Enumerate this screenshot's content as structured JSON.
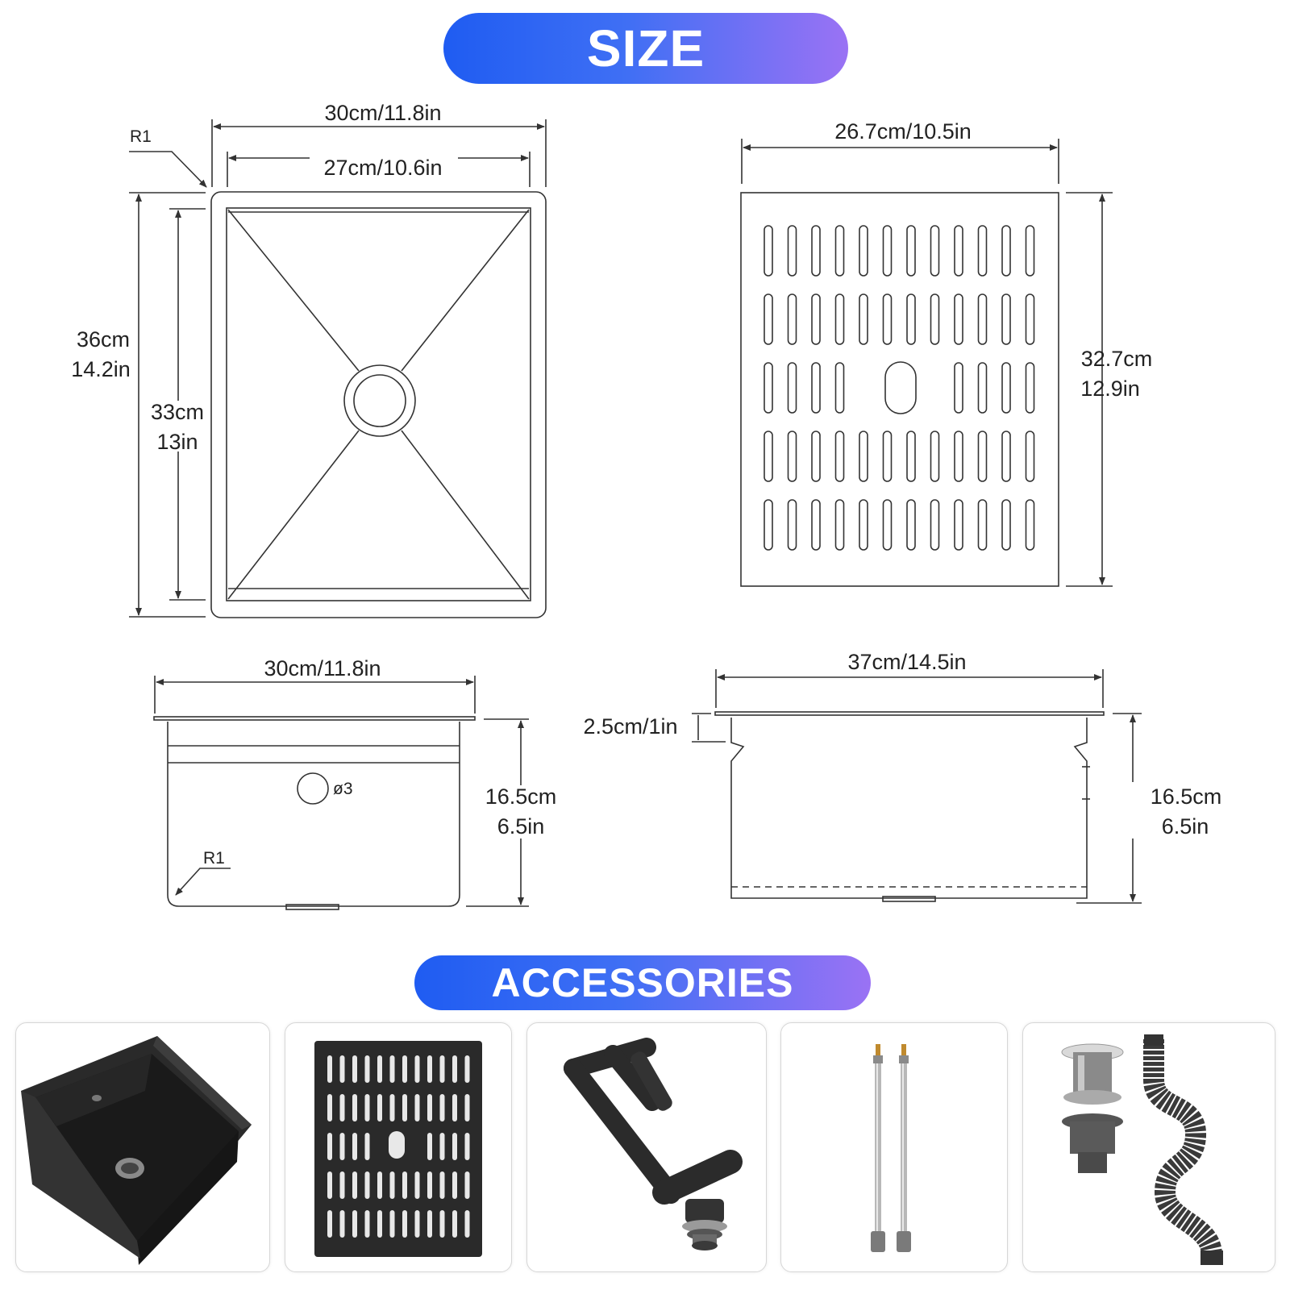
{
  "headers": {
    "size": "SIZE",
    "accessories": "ACCESSORIES"
  },
  "top_view": {
    "outer_width": "30cm/11.8in",
    "inner_width": "27cm/10.6in",
    "corner_radius": "R1",
    "outer_height_cm": "36cm",
    "outer_height_in": "14.2in",
    "inner_height_cm": "33cm",
    "inner_height_in": "13in"
  },
  "grid_view": {
    "width": "26.7cm/10.5in",
    "height_cm": "32.7cm",
    "height_in": "12.9in"
  },
  "front_view": {
    "width": "30cm/11.8in",
    "hole_diameter": "ø3",
    "corner_radius": "R1",
    "height_cm": "16.5cm",
    "height_in": "6.5in"
  },
  "side_view": {
    "width": "37cm/14.5in",
    "flange": "2.5cm/1in",
    "height_cm": "16.5cm",
    "height_in": "6.5in"
  },
  "accessories": [
    {
      "name": "sink",
      "icon": "sink-icon"
    },
    {
      "name": "bottom-grid",
      "icon": "grid-icon"
    },
    {
      "name": "folding-faucet",
      "icon": "faucet-icon"
    },
    {
      "name": "hoses",
      "icon": "hose-icon"
    },
    {
      "name": "drain-kit",
      "icon": "drain-icon"
    }
  ]
}
